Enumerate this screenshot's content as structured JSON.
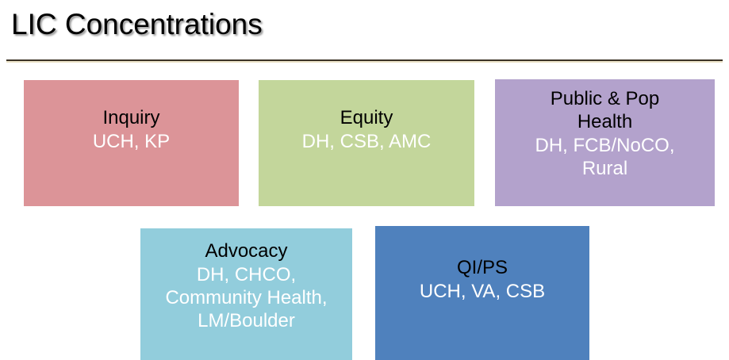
{
  "slide": {
    "title": "LIC Concentrations"
  },
  "boxes": [
    {
      "id": "inquiry",
      "title": "Inquiry",
      "sites": "UCH, KP",
      "color": "#dc9498",
      "title_color": "#000000",
      "sites_color": "#ffffff"
    },
    {
      "id": "equity",
      "title": "Equity",
      "sites": "DH, CSB, AMC",
      "color": "#c3d69b",
      "title_color": "#000000",
      "sites_color": "#ffffff"
    },
    {
      "id": "public-health",
      "title": "Public & Pop Health",
      "sites": "DH, FCB/NoCO, Rural",
      "color": "#b3a2cc",
      "title_color": "#000000",
      "sites_color": "#ffffff"
    },
    {
      "id": "advocacy",
      "title": "Advocacy",
      "sites": "DH, CHCO, Community Health, LM/Boulder",
      "color": "#92cddc",
      "title_color": "#000000",
      "sites_color": "#ffffff"
    },
    {
      "id": "qips",
      "title": "QI/PS",
      "sites": "UCH, VA, CSB",
      "color": "#4f81bd",
      "title_color": "#000000",
      "sites_color": "#ffffff"
    }
  ],
  "divider": {
    "line_color": "#3b3226",
    "accent_color": "#ece3c8"
  }
}
